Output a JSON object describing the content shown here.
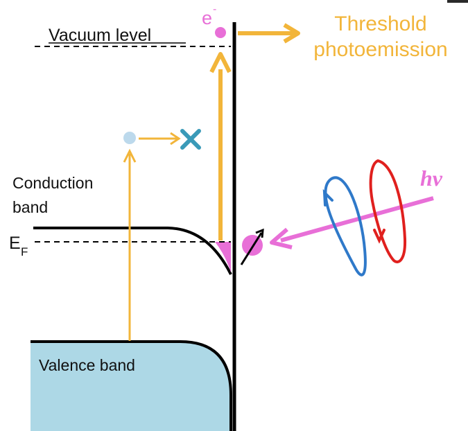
{
  "labels": {
    "vacuum_level": "Vacuum level",
    "threshold_line1": "Threshold",
    "threshold_line2": "photoemission",
    "electron": "e",
    "electron_sup": "-",
    "conduction_line1": "Conduction",
    "conduction_line2": "band",
    "fermi": "E",
    "fermi_sub": "F",
    "valence": "Valence band",
    "photon": "hν"
  },
  "colors": {
    "orange": "#f2b53a",
    "magenta": "#e86fd7",
    "blue": "#2f79c9",
    "red": "#e0201e",
    "teal": "#3a9ab8",
    "electron_light": "#bcd9ec",
    "valence_fill": "#add8e6",
    "black": "#000000"
  },
  "icons": {
    "blocked": "cross-icon",
    "spin": "spin-arrow-icon"
  }
}
